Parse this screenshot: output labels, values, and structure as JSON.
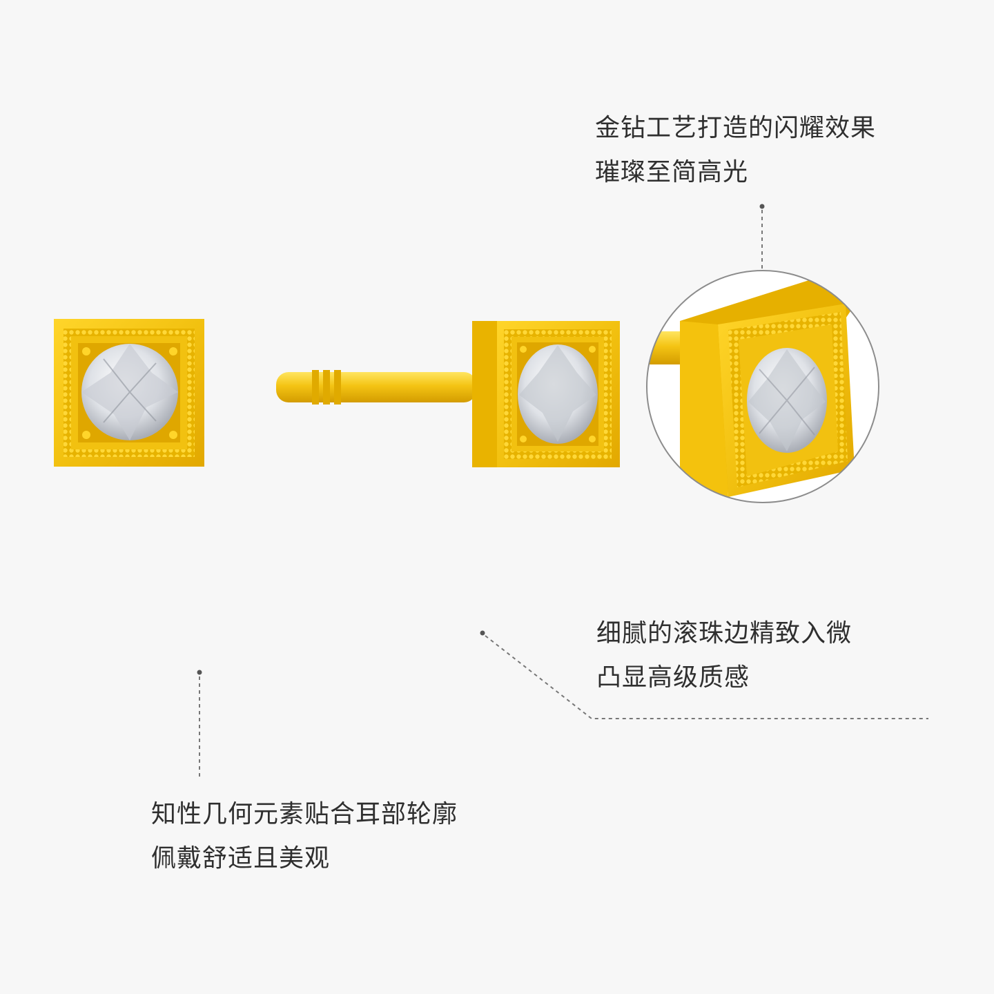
{
  "annotations": {
    "top": {
      "line1": "金钻工艺打造的闪耀效果",
      "line2": "璀璨至简高光"
    },
    "right": {
      "line1": "细腻的滚珠边精致入微",
      "line2": "凸显高级质感"
    },
    "left": {
      "line1": "知性几何元素贴合耳部轮廓",
      "line2": "佩戴舒适且美观"
    }
  },
  "colors": {
    "background": "#f7f7f7",
    "gold": "#f2c110",
    "gold_dark": "#d9a300",
    "gold_light": "#ffe04a",
    "diamond": "#e6e8ec",
    "leader_line": "#777777"
  }
}
